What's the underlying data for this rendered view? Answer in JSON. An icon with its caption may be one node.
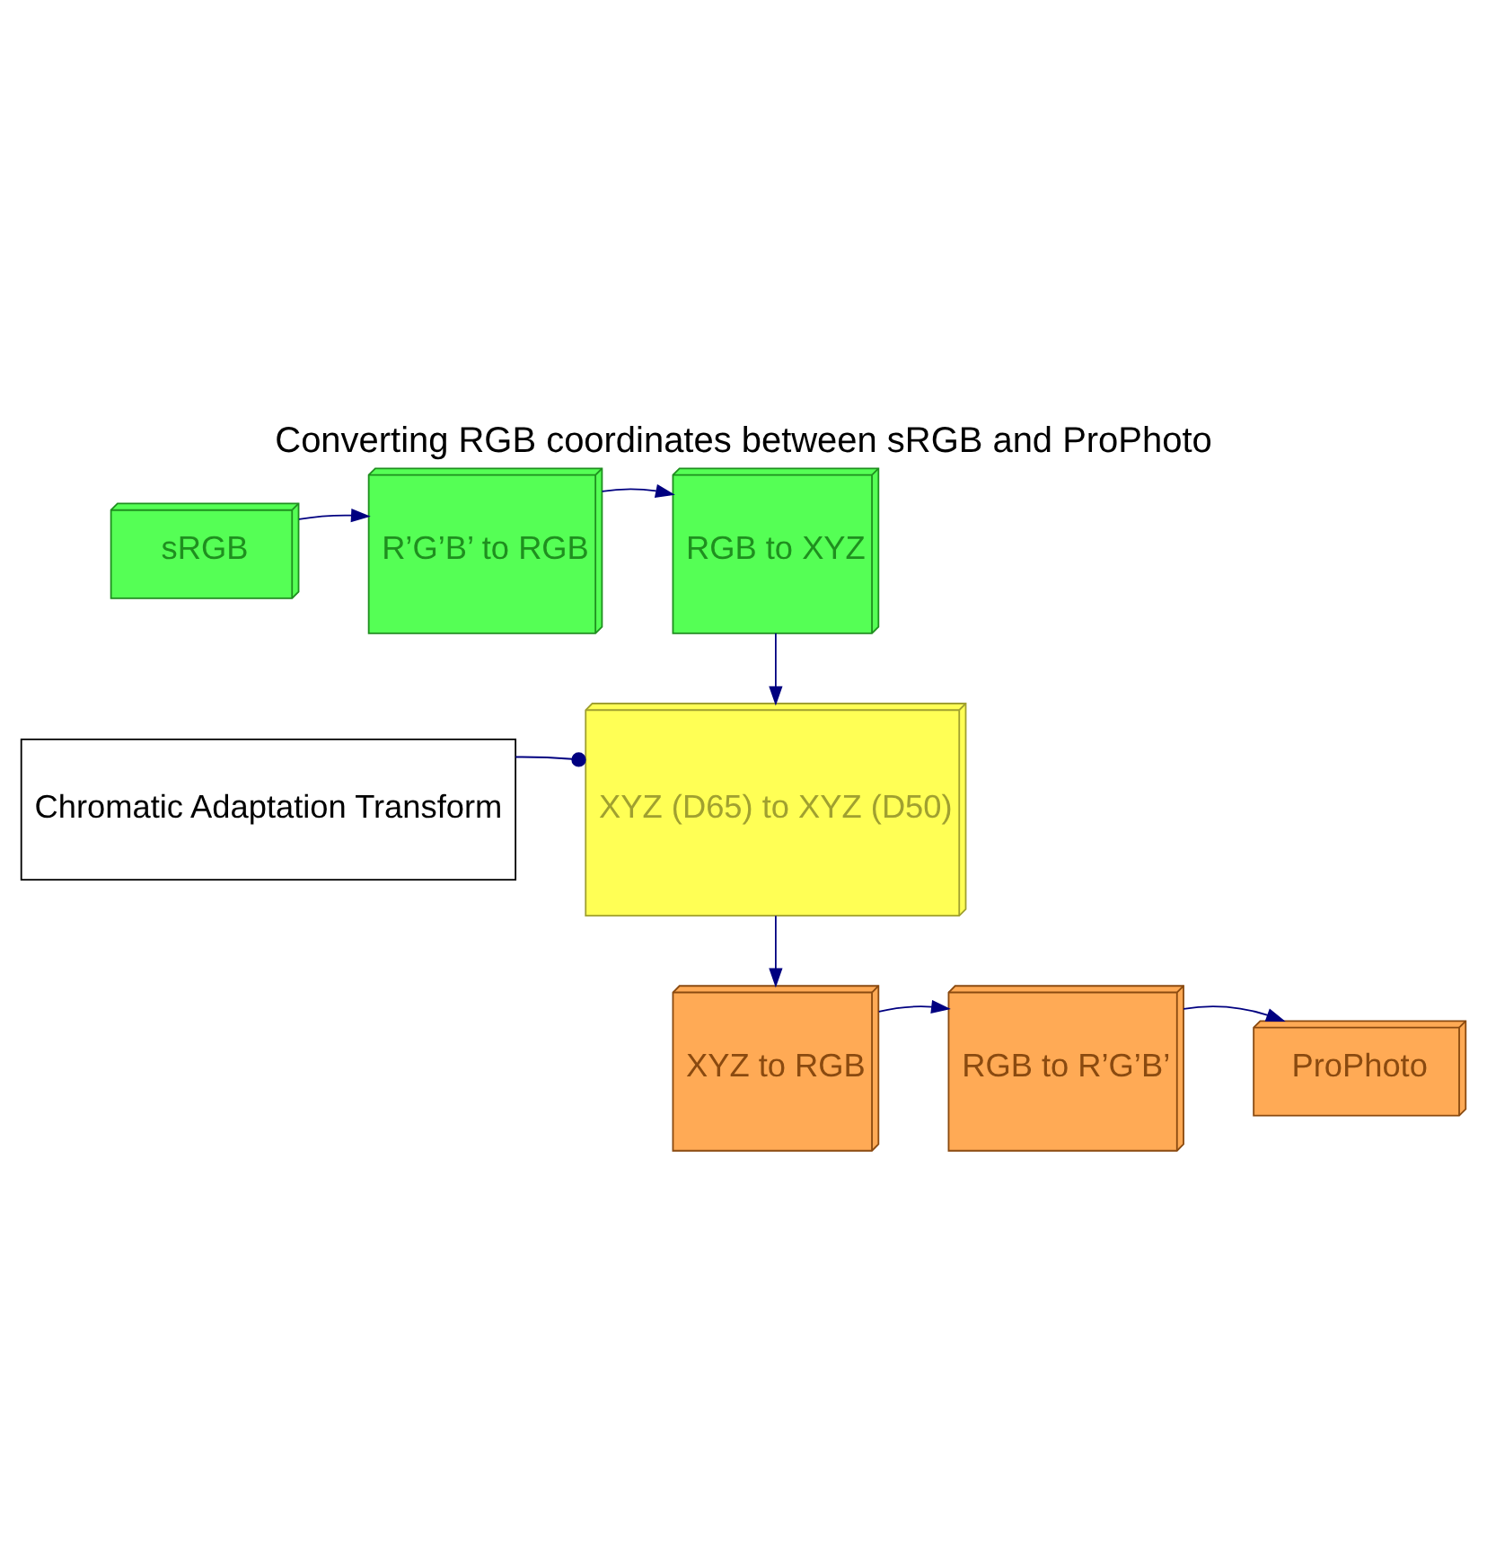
{
  "diagram": {
    "title": "Converting RGB coordinates between sRGB and ProPhoto",
    "nodes": [
      {
        "text": [
          "sRGB"
        ]
      },
      {
        "text": [
          "R’G’B’ to RGB"
        ]
      },
      {
        "text": [
          "RGB to XYZ"
        ]
      },
      {
        "text": [
          "Chromatic Adaptation Transform"
        ]
      },
      {
        "text": [
          "XYZ (D65) to XYZ (D50)"
        ]
      },
      {
        "text": [
          "ProPhoto"
        ]
      },
      {
        "text": [
          "RGB to R’G’B’"
        ]
      },
      {
        "text": [
          "XYZ to RGB"
        ]
      }
    ],
    "edges": [
      {
        "from": 0,
        "to": 1,
        "arrow": "to"
      },
      {
        "from": 1,
        "to": 2,
        "arrow": "to"
      },
      {
        "from": 2,
        "to": 4,
        "arrow": "to"
      },
      {
        "from": 3,
        "to": 4,
        "arrow": "other"
      },
      {
        "from": 4,
        "to": 7,
        "arrow": "to"
      },
      {
        "from": 7,
        "to": 6,
        "arrow": "to"
      },
      {
        "from": 6,
        "to": 5,
        "arrow": "to"
      }
    ]
  }
}
